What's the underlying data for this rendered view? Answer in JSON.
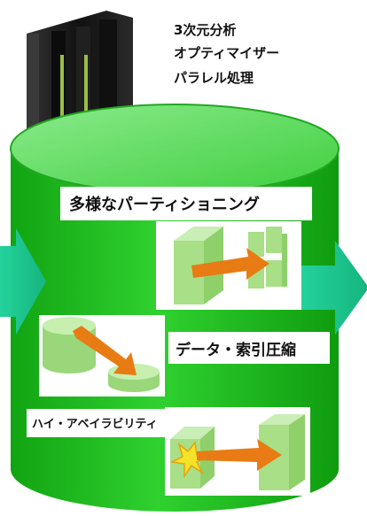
{
  "features": [
    "3次元分析",
    "オプティマイザー",
    "パラレル処理"
  ],
  "cylinder_labels": {
    "partitioning": "多様なパーティショニング",
    "compression": "データ・索引圧縮",
    "availability": "ハイ・アベイラビリティ"
  },
  "colors": {
    "cylinder_green": "#1fbf1f",
    "cylinder_top": "#63e063",
    "arrow_teal": "#1cc88f",
    "arrow_orange": "#e87b14",
    "server_dark": "#1a1a1a"
  }
}
